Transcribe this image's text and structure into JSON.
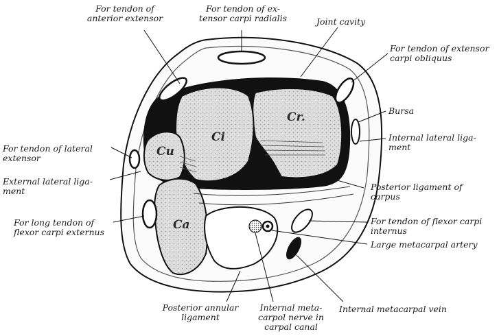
{
  "labels": {
    "anterior_extensor": "For tendon of\nanterior extensor",
    "ext_carpi_radialis": "For tendon of ex-\ntensor carpi radialis",
    "joint_cavity": "Joint cavity",
    "ext_carpi_obliquus": "For tendon of extensor\ncarpi obliquus",
    "bursa": "Bursa",
    "internal_lat_lig": "Internal lateral liga-\nment",
    "lateral_extensor": "For tendon of lateral\nextensor",
    "external_lat_lig": "External lateral liga-\nment",
    "posterior_lig_carpus": "Posterior ligament of\ncarpus",
    "flexor_carpi_externus": "For long tendon of\nflexor carpi externus",
    "flexor_carpi_internus": "For tendon of flexor carpi\ninternus",
    "large_metacarpal_artery": "Large metacarpal artery",
    "posterior_annular_lig": "Posterior annular\nligament",
    "internal_meta_nerve": "Internal meta-\ncarpol nerve in\ncarpal canal",
    "internal_metacarpal_vein": "Internal metacarpal vein"
  },
  "bones": {
    "cu": "Cu",
    "ci": "Ci",
    "cr": "Cr.",
    "ca": "Ca"
  },
  "colors": {
    "ink": "#111111",
    "bone": "#d6d6d6",
    "background": "#ffffff"
  }
}
